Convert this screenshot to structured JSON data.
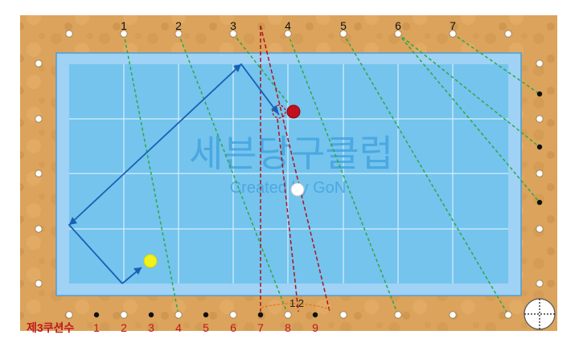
{
  "diagram": {
    "top_rail_labels": [
      "1",
      "2",
      "3",
      "4",
      "5",
      "6",
      "7"
    ],
    "bottom_row_caption": "제3쿠션수",
    "bottom_row_labels": [
      "1",
      "2",
      "3",
      "4",
      "5",
      "6",
      "7",
      "8",
      "9"
    ],
    "measurement_label": "1.2",
    "watermark_title": "세븐당구클럽",
    "watermark_credit": "Created by GoN",
    "colors": {
      "rail_wood": "#dba35c",
      "cushion": "#9fd2f4",
      "cloth": "#74c4ee",
      "grid_line": "#d7eefb",
      "top_label": "#111111",
      "bottom_label": "#c0181c",
      "green_path": "#2fa840",
      "blue_path": "#1a5fb4",
      "red_path": "#b0121a",
      "yellow_ball": "#f2f21a",
      "red_ball": "#c2101e",
      "white_ball": "#ffffff"
    },
    "icons": [
      "crosshair-icon"
    ]
  }
}
